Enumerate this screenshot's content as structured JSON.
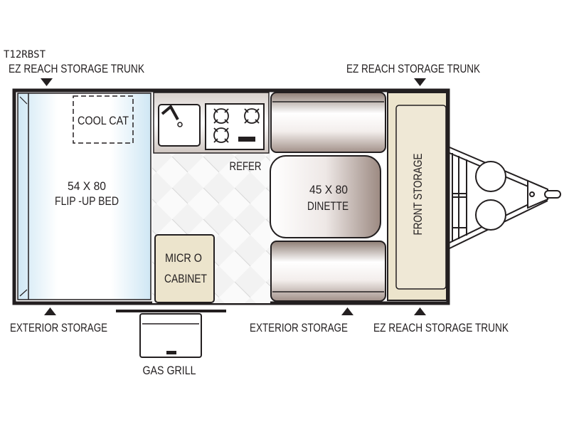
{
  "model": "T12RBST",
  "labels": {
    "ez_trunk_top_left": "EZ REACH STORAGE TRUNK",
    "ez_trunk_top_right": "EZ REACH STORAGE TRUNK",
    "exterior_storage_left": "EXTERIOR STORAGE",
    "exterior_storage_mid": "EXTERIOR STORAGE",
    "ez_trunk_bottom_right": "EZ REACH STORAGE TRUNK",
    "gas_grill": "GAS GRILL",
    "cool_cat": "COOL CAT",
    "bed_size": "54 X 80",
    "bed_name": "FLIP -UP BED",
    "refer": "REFER",
    "micro_line1": "MICR O",
    "micro_line2": "CABINET",
    "dinette_size": "45 X 80",
    "dinette_name": "DINETTE",
    "front_storage": "FRONT STORAGE"
  },
  "colors": {
    "bed": "#dbeef8",
    "cabinet": "#ece4cc",
    "seat": "#b8a89f",
    "outline": "#231f20"
  }
}
